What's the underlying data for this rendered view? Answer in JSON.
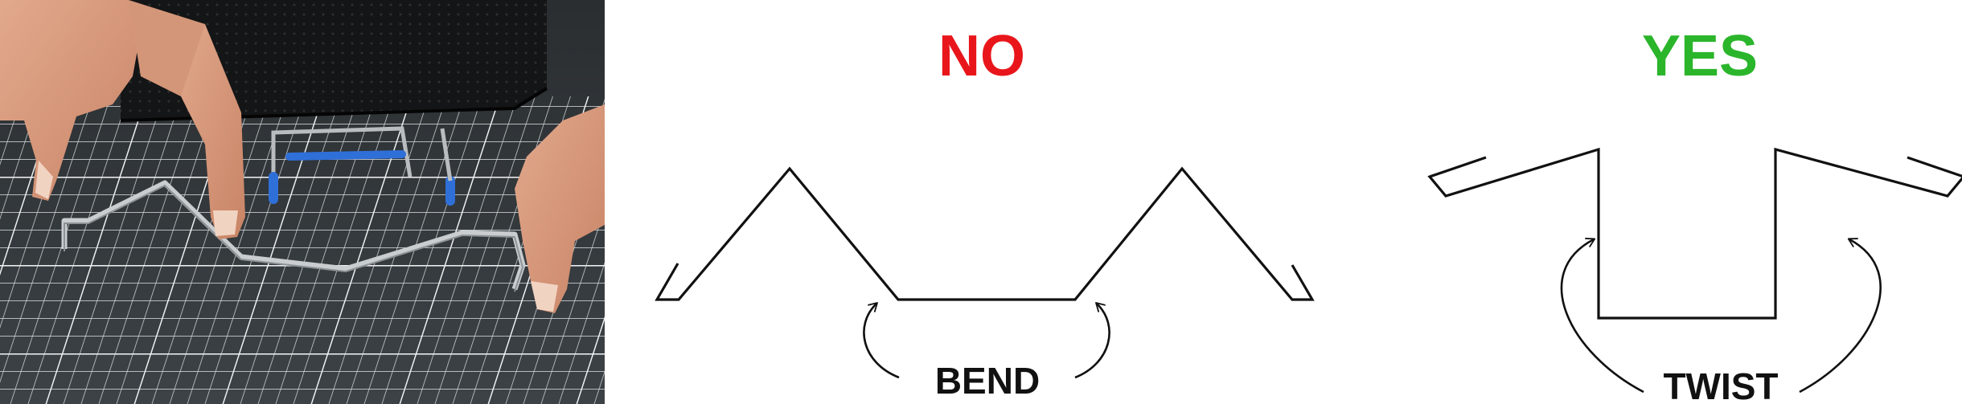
{
  "photo": {
    "description_icon": "hands-bending-wire-icon"
  },
  "panels": {
    "no": {
      "heading": "NO",
      "caption": "BEND"
    },
    "yes": {
      "heading": "YES",
      "caption": "TWIST"
    }
  },
  "colors": {
    "no": "#e8161b",
    "yes": "#2bb52b",
    "stroke": "#111111"
  }
}
